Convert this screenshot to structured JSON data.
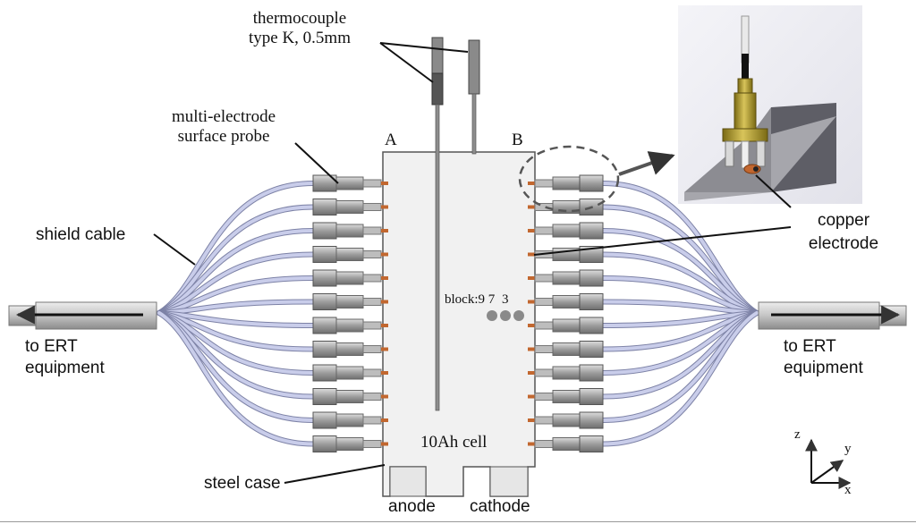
{
  "labels": {
    "thermocouple": [
      "thermocouple",
      "type K, 0.5mm"
    ],
    "probe": [
      "multi-electrode",
      "surface probe"
    ],
    "shield_cable": "shield cable",
    "to_ert_left": [
      "to ERT",
      "equipment"
    ],
    "to_ert_right": [
      "to ERT",
      "equipment"
    ],
    "steel_case": "steel case",
    "anode": "anode",
    "cathode": "cathode",
    "face_a": "A",
    "face_b": "B",
    "cell": "10Ah cell",
    "block_prefix": "block:",
    "blocks": [
      "9",
      "7",
      "3"
    ],
    "copper_electrode": [
      "copper",
      "electrode"
    ],
    "axes": {
      "z": "z",
      "y": "y",
      "x": "x"
    }
  },
  "probes_per_side": 12,
  "colors": {
    "cable": "#c9cdea",
    "cable_edge": "#7d82a6",
    "connector": "#a8a8a8",
    "cell_body": "#f1f1f1",
    "brass": "#b8a12e",
    "copper": "#c2672f",
    "block_dot": "#8a8a8a"
  }
}
